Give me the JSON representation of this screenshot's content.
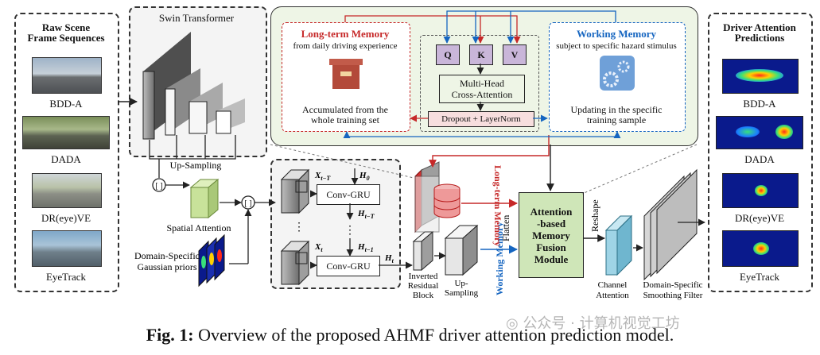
{
  "input_panel": {
    "title_line1": "Raw Scene",
    "title_line2": "Frame Sequences",
    "datasets": [
      "BDD-A",
      "DADA",
      "DR(eye)VE",
      "EyeTrack"
    ]
  },
  "swin": {
    "title": "Swin Transformer",
    "upsampling": "Up-Sampling"
  },
  "spatial_attention": "Spatial Attention",
  "priors": {
    "line1": "Domain-Specific",
    "line2": "Gaussian priors"
  },
  "concat_symbol": "[·]",
  "gru": {
    "block": "Conv-GRU",
    "x_top": "X",
    "x_top_sub": "t−T",
    "h0": "H",
    "h0_sub": "0",
    "h_mid": "H",
    "h_mid_sub": "t−T",
    "h_prev": "H",
    "h_prev_sub": "t−1",
    "x_bot": "X",
    "x_bot_sub": "t",
    "h_out": "H",
    "h_out_sub": "t",
    "ellipsis": "⋮"
  },
  "inverted_residual": {
    "line1": "Inverted",
    "line2": "Residual",
    "line3": "Block"
  },
  "up_sampling2": {
    "line1": "Up-",
    "line2": "Sampling"
  },
  "memory_panel": {
    "long_term": {
      "title": "Long-term Memory",
      "subtitle": "from daily driving experience",
      "desc_line1": "Accumulated from the",
      "desc_line2": "whole training set"
    },
    "qkv": [
      "Q",
      "K",
      "V"
    ],
    "mhca_line1": "Multi-Head",
    "mhca_line2": "Cross-Attention",
    "dropout": "Dropout + LayerNorm",
    "working": {
      "title": "Working Memory",
      "subtitle": "subject to specific hazard stimulus",
      "desc_line1": "Updating in the specific",
      "desc_line2": "training sample"
    }
  },
  "side_labels": {
    "long_term_memory": "Long-term Memory",
    "working_memory": "Working Memory",
    "flatten": "Flatten",
    "reshape": "Reshape"
  },
  "fusion": {
    "line1": "Attention",
    "line2": "-based",
    "line3": "Memory",
    "line4": "Fusion",
    "line5": "Module"
  },
  "channel_attention": {
    "line1": "Channel",
    "line2": "Attention"
  },
  "smoothing": {
    "line1": "Domain-Specific",
    "line2": "Smoothing Filter"
  },
  "output_panel": {
    "title_line1": "Driver Attention",
    "title_line2": "Predictions",
    "datasets": [
      "BDD-A",
      "DADA",
      "DR(eye)VE",
      "EyeTrack"
    ]
  },
  "caption": {
    "fig": "Fig. 1:",
    "text": "Overview of the proposed AHMF driver attention prediction model."
  },
  "watermark": "公众号 · 计算机视觉工坊",
  "colors": {
    "red": "#c62828",
    "blue": "#1565c0",
    "green_panel": "#eef5e6",
    "fusion_green": "#cfe6b8"
  }
}
